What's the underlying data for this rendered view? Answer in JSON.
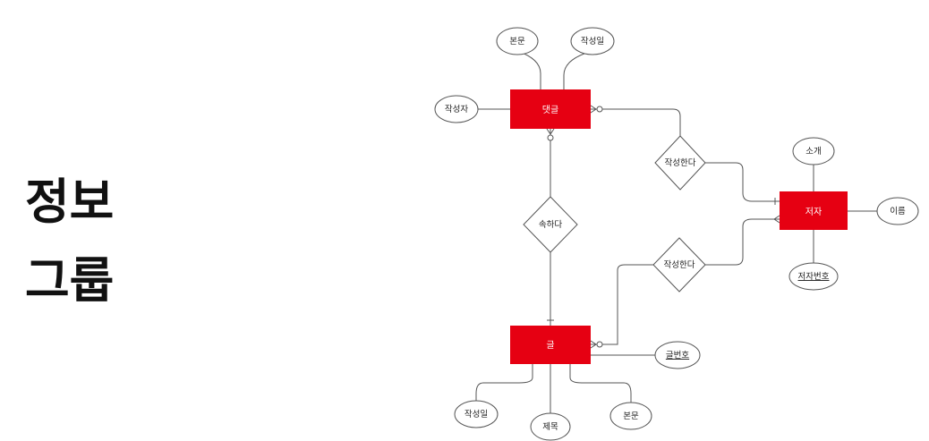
{
  "heading": {
    "line1": "정보",
    "line2": "그룹"
  },
  "colors": {
    "entity_fill": "#e60012",
    "line": "#555555"
  },
  "diagram": {
    "entities": {
      "comment": "댓글",
      "author": "저자",
      "post": "글"
    },
    "relationships": {
      "writes_comment": "작성한다",
      "belongs_to": "속하다",
      "writes_post": "작성한다"
    },
    "attributes": {
      "comment_body": "본문",
      "comment_date": "작성일",
      "comment_writer": "작성자",
      "author_intro": "소개",
      "author_name": "이름",
      "author_id": "저자번호",
      "post_id": "글번호",
      "post_date": "작성일",
      "post_title": "제목",
      "post_body": "본문"
    }
  }
}
